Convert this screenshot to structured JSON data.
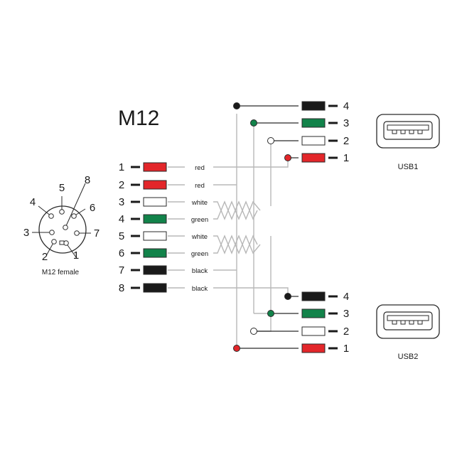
{
  "title": "M12",
  "connector": {
    "caption": "M12 female",
    "pins": [
      {
        "id": "pin-1",
        "label": "1"
      },
      {
        "id": "pin-2",
        "label": "2"
      },
      {
        "id": "pin-3",
        "label": "3"
      },
      {
        "id": "pin-4",
        "label": "4"
      },
      {
        "id": "pin-5",
        "label": "5"
      },
      {
        "id": "pin-6",
        "label": "6"
      },
      {
        "id": "pin-7",
        "label": "7"
      },
      {
        "id": "pin-8",
        "label": "8"
      }
    ]
  },
  "m12_wires": [
    {
      "num": "1",
      "color": "red"
    },
    {
      "num": "2",
      "color": "red"
    },
    {
      "num": "3",
      "color": "white"
    },
    {
      "num": "4",
      "color": "green"
    },
    {
      "num": "5",
      "color": "white"
    },
    {
      "num": "6",
      "color": "green"
    },
    {
      "num": "7",
      "color": "black"
    },
    {
      "num": "8",
      "color": "black"
    }
  ],
  "usb1": {
    "label": "USB1",
    "pins": [
      {
        "num": "4",
        "color": "black"
      },
      {
        "num": "3",
        "color": "green"
      },
      {
        "num": "2",
        "color": "white"
      },
      {
        "num": "1",
        "color": "red"
      }
    ]
  },
  "usb2": {
    "label": "USB2",
    "pins": [
      {
        "num": "4",
        "color": "black"
      },
      {
        "num": "3",
        "color": "green"
      },
      {
        "num": "2",
        "color": "white"
      },
      {
        "num": "1",
        "color": "red"
      }
    ]
  },
  "colors": {
    "red": "#e3262a",
    "green": "#12834a",
    "white": "#ffffff",
    "black": "#1a1a1a",
    "wire_gray": "#b8b8b8",
    "outline": "#2a2a2a"
  }
}
